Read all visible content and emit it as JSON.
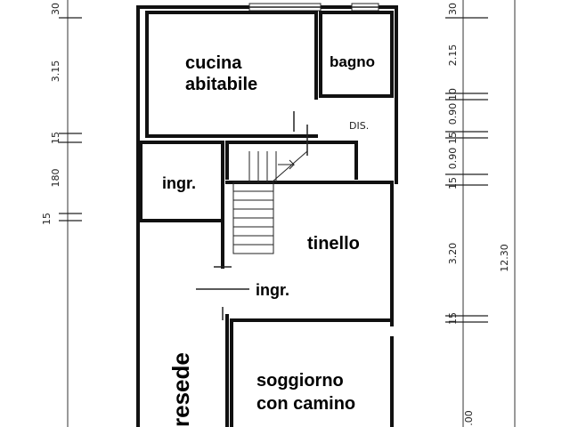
{
  "rooms": {
    "cucina_line1": "cucina",
    "cucina_line2": "abitabile",
    "bagno": "bagno",
    "dis": "DIS.",
    "ingr_upper": "ingr.",
    "tinello": "tinello",
    "ingr_lower": "ingr.",
    "soggiorno_line1": "soggiorno",
    "soggiorno_line2": "con camino",
    "resede": "resede"
  },
  "dimensions": {
    "left": [
      "30",
      "3.15",
      "15",
      "180",
      "15"
    ],
    "right": [
      "30",
      "2.15",
      "10",
      "0.90",
      "15",
      "0.90",
      "15",
      "3.20",
      "15",
      ".00"
    ],
    "total": "12.30"
  },
  "colors": {
    "ink": "#111111",
    "paper": "#ffffff"
  }
}
